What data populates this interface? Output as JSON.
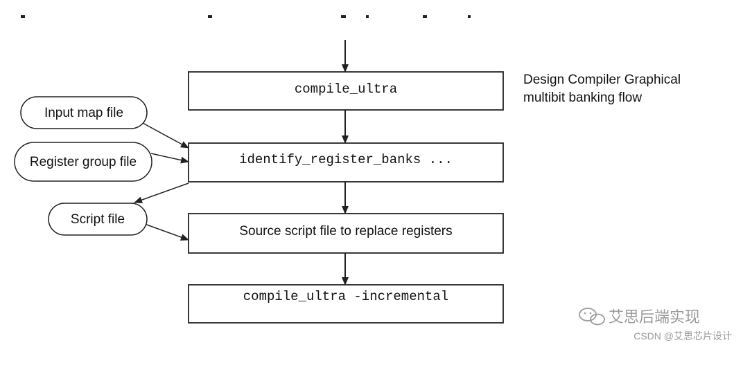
{
  "flow": {
    "steps": [
      {
        "label": "compile_ultra",
        "style": "mono"
      },
      {
        "label": "identify_register_banks ...",
        "style": "mono"
      },
      {
        "label": "Source script file to replace registers",
        "style": "sans"
      },
      {
        "label": "compile_ultra -incremental",
        "style": "mono"
      }
    ],
    "inputs": [
      "Input map file",
      "Register group file"
    ],
    "output": "Script file",
    "caption_line1": "Design Compiler Graphical",
    "caption_line2": "multibit banking flow"
  },
  "watermark": {
    "main": "艾思后端实现",
    "sub": "CSDN @艾思芯片设计"
  },
  "colors": {
    "stroke": "#222222",
    "text": "#111111",
    "watermark": "#9a9a9a"
  }
}
